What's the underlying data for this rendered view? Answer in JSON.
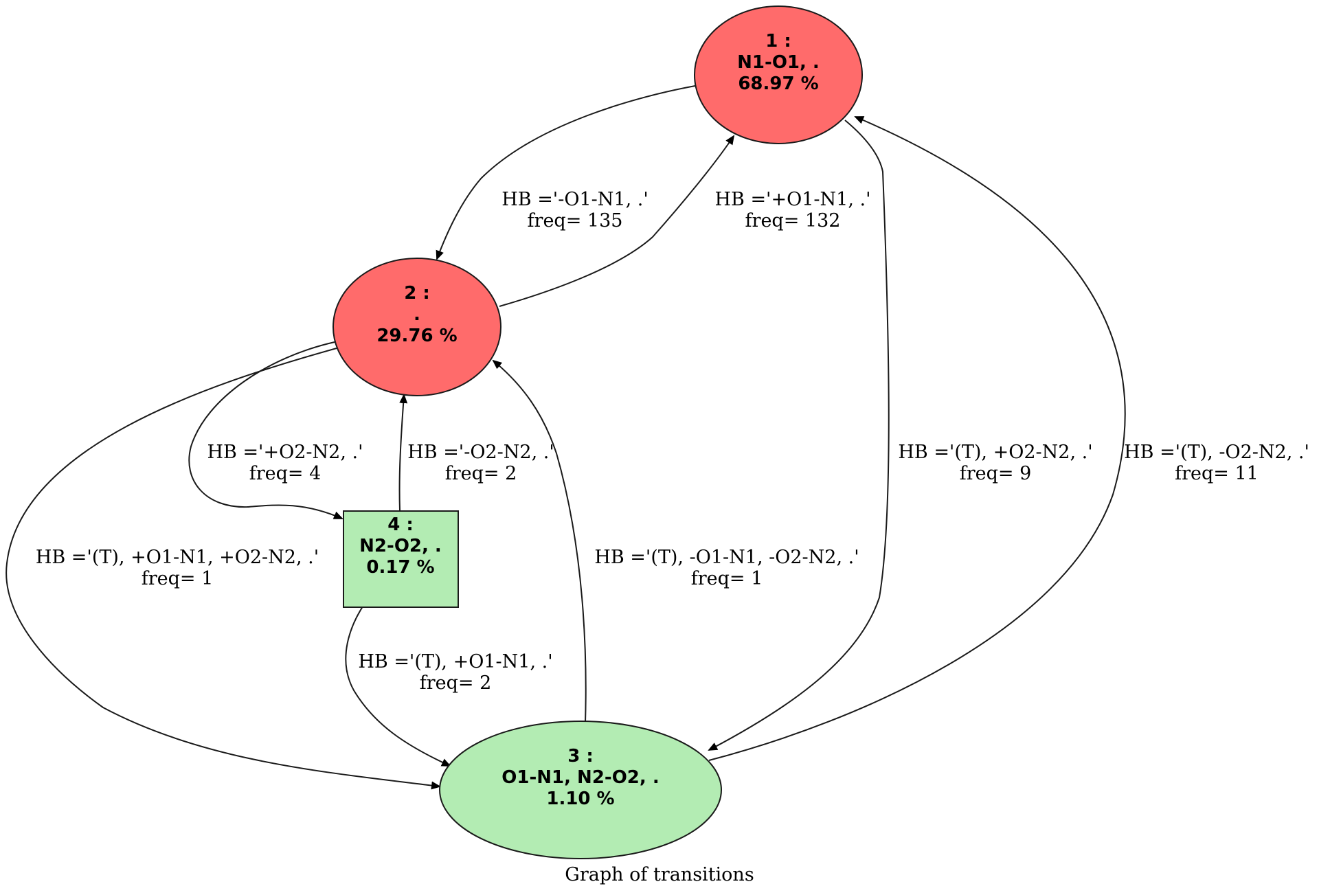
{
  "diagram": {
    "caption": "Graph of transitions",
    "colors": {
      "red_node": "#ff6b6b",
      "green_node": "#b3ecb3",
      "line": "#1a1a1a"
    },
    "nodes": {
      "n1": {
        "id": "1 :",
        "name": "N1-O1, .",
        "percent": "68.97 %"
      },
      "n2": {
        "id": "2 :",
        "name": ".",
        "percent": "29.76 %"
      },
      "n3": {
        "id": "3 :",
        "name": "O1-N1, N2-O2, .",
        "percent": "1.10 %"
      },
      "n4": {
        "id": "4 :",
        "name": "N2-O2, .",
        "percent": "0.17 %"
      }
    },
    "edges": {
      "e1_2": {
        "hb": "HB ='-O1-N1, .'",
        "freq": "freq= 135"
      },
      "e2_1": {
        "hb": "HB ='+O1-N1, .'",
        "freq": "freq= 132"
      },
      "e1_3": {
        "hb": "HB ='(T), +O2-N2, .'",
        "freq": "freq= 9"
      },
      "e3_1": {
        "hb": "HB ='(T), -O2-N2, .'",
        "freq": "freq= 11"
      },
      "e2_4": {
        "hb": "HB ='+O2-N2, .'",
        "freq": "freq= 4"
      },
      "e4_2": {
        "hb": "HB ='-O2-N2, .'",
        "freq": "freq= 2"
      },
      "e2_3": {
        "hb": "HB ='(T), +O1-N1, +O2-N2, .'",
        "freq": "freq= 1"
      },
      "e3_2": {
        "hb": "HB ='(T), -O1-N1, -O2-N2, .'",
        "freq": "freq= 1"
      },
      "e4_3": {
        "hb": "HB ='(T), +O1-N1, .'",
        "freq": "freq= 2"
      }
    }
  }
}
